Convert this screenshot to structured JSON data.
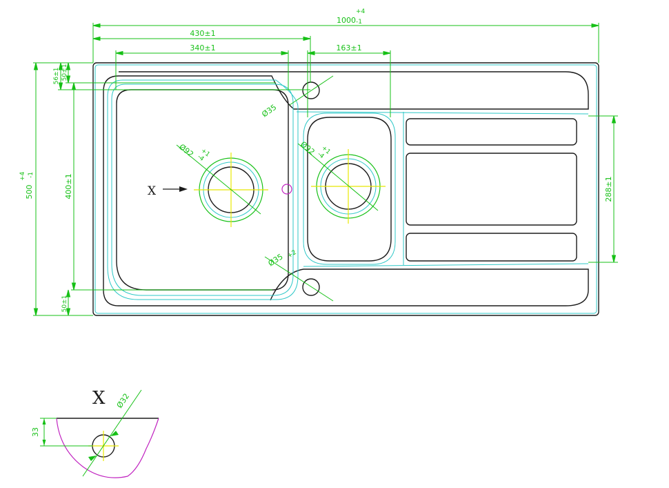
{
  "colors": {
    "outline": "#1b1b1b",
    "dimension": "#16c016",
    "contour": "#2cc7c7",
    "center": "#e8e800",
    "detail_curve": "#c023c0"
  },
  "dims": {
    "overall_length": "1000",
    "overall_length_tol_upper": "+4",
    "overall_length_tol_lower": "-1",
    "big_bowl_outer": "430±1",
    "big_bowl_inner": "340±1",
    "small_bowl": "163±1",
    "overall_width": "500",
    "overall_width_tol_upper": "+4",
    "overall_width_tol_lower": "-1",
    "edge_56": "56±1",
    "edge_50_top": "50±1",
    "bowl_height": "400±1",
    "edge_50_bottom": "50±1",
    "drainer_height": "288±1",
    "hole_top": "Ø35",
    "drain_big": "Ø92",
    "drain_big_tol_upper": "+1",
    "drain_big_tol_lower": "-4",
    "drain_small": "Ø92",
    "drain_small_tol_upper": "+1",
    "drain_small_tol_lower": "-4",
    "hole_bottom": "Ø35",
    "hole_bottom_tol": "+2"
  },
  "labels": {
    "view_marker": "X",
    "detail_title": "X",
    "detail_diameter": "Ø32",
    "detail_depth": "33"
  }
}
